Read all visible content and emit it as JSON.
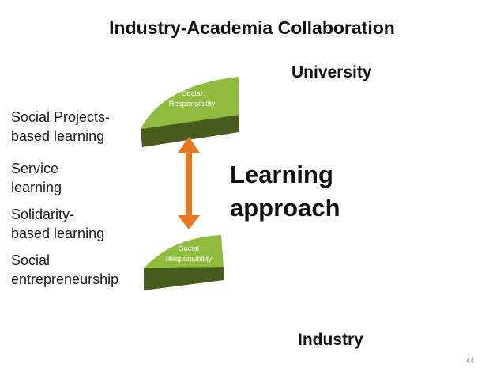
{
  "title": "Industry-Academia Collaboration",
  "university_label": "University",
  "industry_label": "Industry",
  "center_label_line1": "Learning",
  "center_label_line2": "approach",
  "top_segment": {
    "line1": "Social",
    "line2": "Responsibility"
  },
  "bottom_segment": {
    "line1": "Social",
    "line2": "Responsibility"
  },
  "side_items": [
    {
      "line1": "Social Projects-",
      "line2": "based learning"
    },
    {
      "line1": "Service",
      "line2": "learning"
    },
    {
      "line1": "Solidarity-",
      "line2": "based learning"
    },
    {
      "line1": "Social",
      "line2": "entrepreneurship"
    }
  ],
  "page_number": "44",
  "colors": {
    "segment_top": "#8fbb3e",
    "segment_side": "#485c1e",
    "arrow": "#e87722"
  }
}
